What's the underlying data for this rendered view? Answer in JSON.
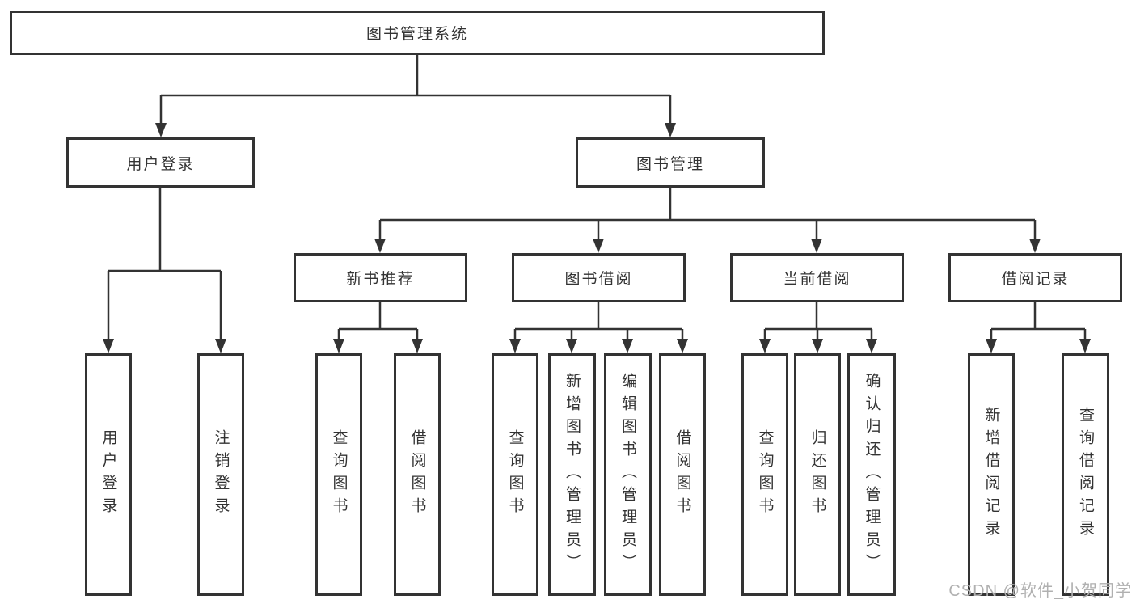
{
  "tree": {
    "label": "图书管理系统",
    "children": [
      {
        "label": "用户登录",
        "children": [
          {
            "label": "用户登录"
          },
          {
            "label": "注销登录"
          }
        ]
      },
      {
        "label": "图书管理",
        "children": [
          {
            "label": "新书推荐",
            "children": [
              {
                "label": "查询图书"
              },
              {
                "label": "借阅图书"
              }
            ]
          },
          {
            "label": "图书借阅",
            "children": [
              {
                "label": "查询图书"
              },
              {
                "label": "新增图书（管理员）"
              },
              {
                "label": "编辑图书（管理员）"
              },
              {
                "label": "借阅图书"
              }
            ]
          },
          {
            "label": "当前借阅",
            "children": [
              {
                "label": "查询图书"
              },
              {
                "label": "归还图书"
              },
              {
                "label": "确认归还（管理员）"
              }
            ]
          },
          {
            "label": "借阅记录",
            "children": [
              {
                "label": "新增借阅记录"
              },
              {
                "label": "查询借阅记录"
              }
            ]
          }
        ]
      }
    ]
  },
  "watermark": {
    "text": "CSDN @软件_小贺同学"
  },
  "colors": {
    "line": "#333333",
    "box_border": "#333333",
    "text": "#333333",
    "background": "#ffffff",
    "watermark": "#b0b0b0"
  }
}
